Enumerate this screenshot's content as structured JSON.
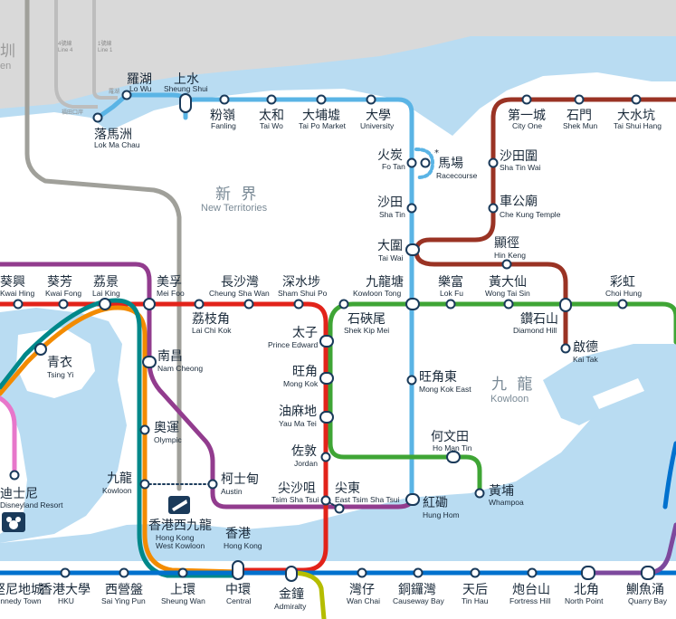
{
  "regions": {
    "new_territories_zh": "新 界",
    "new_territories_en": "New Territories",
    "kowloon_zh": "九 龍",
    "kowloon_en": "Kowloon",
    "shenzhen_zh": "圳",
    "shenzhen_en": "en"
  },
  "shenzhen_lines": {
    "line4_zh": "4號線",
    "line4_en": "Line 4",
    "line1_zh": "1號線",
    "line1_en": "Line 1",
    "futian_zh": "福田口岸",
    "luohu_zh": "羅湖"
  },
  "colors": {
    "east_rail": "#5ab4e5",
    "tsuen_wan": "#e2231a",
    "kwun_tong": "#3fa535",
    "tuen_ma": "#9a3324",
    "island": "#0071ce",
    "tung_chung": "#f38b00",
    "airport_express": "#00888a",
    "disneyland": "#e777cb",
    "south_island": "#b5bd00",
    "tseung_kwan_o": "#7d499d",
    "tuen_ma_west": "#923c8e",
    "water": "#b9dcf2",
    "shenzhen": "#d9d9d9"
  },
  "stations": [
    {
      "id": "lowu",
      "zh": "羅湖",
      "en": "Lo Wu"
    },
    {
      "id": "sheungshui",
      "zh": "上水",
      "en": "Sheung Shui"
    },
    {
      "id": "lokmachau",
      "zh": "落馬洲",
      "en": "Lok Ma Chau"
    },
    {
      "id": "fanling",
      "zh": "粉嶺",
      "en": "Fanling"
    },
    {
      "id": "taiwo",
      "zh": "太和",
      "en": "Tai Wo"
    },
    {
      "id": "taipomarket",
      "zh": "大埔墟",
      "en": "Tai Po Market"
    },
    {
      "id": "university",
      "zh": "大學",
      "en": "University"
    },
    {
      "id": "fotan",
      "zh": "火炭",
      "en": "Fo Tan"
    },
    {
      "id": "racecourse",
      "zh": "馬場",
      "en": "Racecourse"
    },
    {
      "id": "shatin",
      "zh": "沙田",
      "en": "Sha Tin"
    },
    {
      "id": "taiwai",
      "zh": "大圍",
      "en": "Tai Wai"
    },
    {
      "id": "cityone",
      "zh": "第一城",
      "en": "City One"
    },
    {
      "id": "shekmun",
      "zh": "石門",
      "en": "Shek Mun"
    },
    {
      "id": "taishuihang",
      "zh": "大水坑",
      "en": "Tai Shui Hang"
    },
    {
      "id": "shatinwai",
      "zh": "沙田圍",
      "en": "Sha Tin Wai"
    },
    {
      "id": "chekungtemple",
      "zh": "車公廟",
      "en": "Che Kung Temple"
    },
    {
      "id": "hinkeng",
      "zh": "顯徑",
      "en": "Hin Keng"
    },
    {
      "id": "kwaihing",
      "zh": "葵興",
      "en": "Kwai Hing"
    },
    {
      "id": "kwaifong",
      "zh": "葵芳",
      "en": "Kwai Fong"
    },
    {
      "id": "laiking",
      "zh": "荔景",
      "en": "Lai King"
    },
    {
      "id": "meifoo",
      "zh": "美孚",
      "en": "Mei Foo"
    },
    {
      "id": "cheungshawan",
      "zh": "長沙灣",
      "en": "Cheung Sha Wan"
    },
    {
      "id": "shamshuipo",
      "zh": "深水埗",
      "en": "Sham Shui Po"
    },
    {
      "id": "kowloontong",
      "zh": "九龍塘",
      "en": "Kowloon Tong"
    },
    {
      "id": "lokfu",
      "zh": "樂富",
      "en": "Lok Fu"
    },
    {
      "id": "wongtaisin",
      "zh": "黃大仙",
      "en": "Wong Tai Sin"
    },
    {
      "id": "choihung",
      "zh": "彩虹",
      "en": "Choi Hung"
    },
    {
      "id": "laichikok",
      "zh": "荔枝角",
      "en": "Lai Chi Kok"
    },
    {
      "id": "princeedward",
      "zh": "太子",
      "en": "Prince Edward"
    },
    {
      "id": "shekkipmei",
      "zh": "石硤尾",
      "en": "Shek Kip Mei"
    },
    {
      "id": "diamondhill",
      "zh": "鑽石山",
      "en": "Diamond Hill"
    },
    {
      "id": "kaitak",
      "zh": "啟德",
      "en": "Kai Tak"
    },
    {
      "id": "tsingyi",
      "zh": "青衣",
      "en": "Tsing Yi"
    },
    {
      "id": "namcheong",
      "zh": "南昌",
      "en": "Nam Cheong"
    },
    {
      "id": "mongkok",
      "zh": "旺角",
      "en": "Mong Kok"
    },
    {
      "id": "mongkokeast",
      "zh": "旺角東",
      "en": "Mong Kok East"
    },
    {
      "id": "olympic",
      "zh": "奧運",
      "en": "Olympic"
    },
    {
      "id": "yaumatei",
      "zh": "油麻地",
      "en": "Yau Ma Tei"
    },
    {
      "id": "disneyland",
      "zh": "迪士尼",
      "en": "Disneyland Resort"
    },
    {
      "id": "jordan",
      "zh": "佐敦",
      "en": "Jordan"
    },
    {
      "id": "homantin",
      "zh": "何文田",
      "en": "Ho Man Tin"
    },
    {
      "id": "kowloon",
      "zh": "九龍",
      "en": "Kowloon"
    },
    {
      "id": "austin",
      "zh": "柯士甸",
      "en": "Austin"
    },
    {
      "id": "tsimshatsui",
      "zh": "尖沙咀",
      "en": "Tsim Sha Tsui"
    },
    {
      "id": "easttsimshatsui",
      "zh": "尖東",
      "en": "East Tsim Sha Tsui"
    },
    {
      "id": "whampoa",
      "zh": "黃埔",
      "en": "Whampoa"
    },
    {
      "id": "hunghom",
      "zh": "紅磡",
      "en": "Hung Hom"
    },
    {
      "id": "westkowloon",
      "zh": "香港西九龍",
      "en": "Hong Kong West Kowloon"
    },
    {
      "id": "hongkong",
      "zh": "香港",
      "en": "Hong Kong"
    },
    {
      "id": "kennedytown",
      "zh": "堅尼地城",
      "en": "Kennedy Town"
    },
    {
      "id": "hku",
      "zh": "香港大學",
      "en": "HKU"
    },
    {
      "id": "saiyingpun",
      "zh": "西營盤",
      "en": "Sai Ying Pun"
    },
    {
      "id": "sheungwan",
      "zh": "上環",
      "en": "Sheung Wan"
    },
    {
      "id": "central",
      "zh": "中環",
      "en": "Central"
    },
    {
      "id": "admiralty",
      "zh": "金鐘",
      "en": "Admiralty"
    },
    {
      "id": "wanchai",
      "zh": "灣仔",
      "en": "Wan Chai"
    },
    {
      "id": "causewaybay",
      "zh": "銅鑼灣",
      "en": "Causeway Bay"
    },
    {
      "id": "tinhau",
      "zh": "天后",
      "en": "Tin Hau"
    },
    {
      "id": "fortresshill",
      "zh": "炮台山",
      "en": "Fortress Hill"
    },
    {
      "id": "northpoint",
      "zh": "北角",
      "en": "North Point"
    },
    {
      "id": "quarrybay",
      "zh": "鰂魚涌",
      "en": "Quarry Bay"
    }
  ]
}
